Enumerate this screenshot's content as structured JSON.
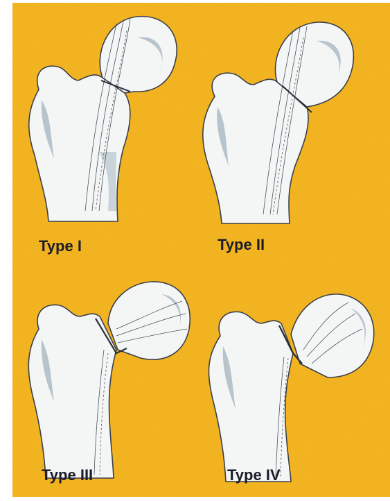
{
  "labels": {
    "type_1": "Type I",
    "type_2": "Type II",
    "type_3": "Type III",
    "type_4": "Type IV"
  },
  "colors": {
    "background": "#f2b21f",
    "bone": "#f4f6f6",
    "shade": "#b8c4cc",
    "outline": "#3a3f4a",
    "label": "#1c1c2a"
  }
}
